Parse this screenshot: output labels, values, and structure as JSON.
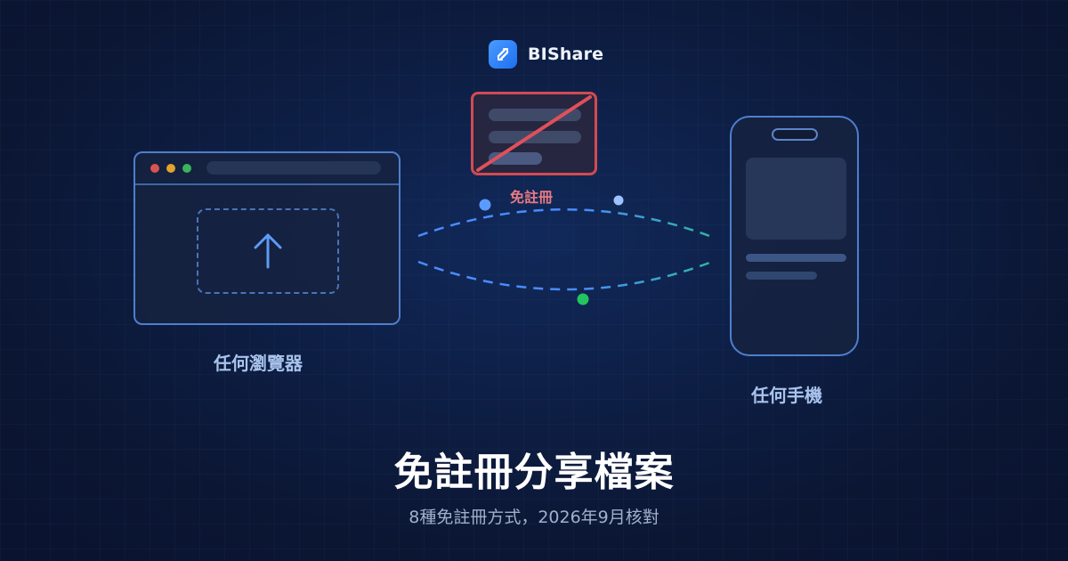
{
  "brand": {
    "name": "BIShare",
    "icon": "link-icon",
    "accent": "#2f86ff"
  },
  "scene": {
    "browser_label": "任何瀏覽器",
    "phone_label": "任何手機",
    "no_signup_label": "免註冊",
    "upload_icon": "arrow-up-icon",
    "no_signup_icon": "slashed-form-icon"
  },
  "hero": {
    "title": "免註冊分享檔案",
    "subtitle": "8種免註冊方式，2026年9月核對"
  },
  "colors": {
    "background": "#0d1d42",
    "outline": "#4e7fcd",
    "danger": "#d14b52",
    "success": "#22c55e",
    "wave_blue": "#4a8cff",
    "wave_teal": "#2fb5a0"
  }
}
